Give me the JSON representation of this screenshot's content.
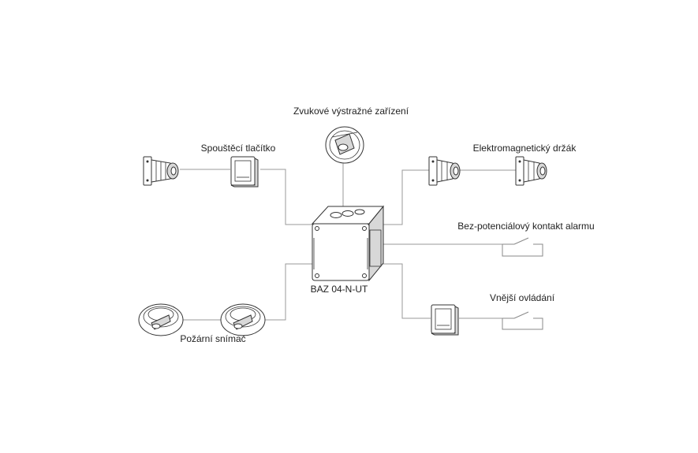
{
  "labels": {
    "siren": "Zvukové výstražné zařízení",
    "trigger_button": "Spouštěcí tlačítko",
    "magnetic_holder": "Elektromagnetický držák",
    "relay_contact": "Bez-potenciálový kontakt alarmu",
    "external_control": "Vnější ovládání",
    "central_unit": "BAZ 04-N-UT",
    "fire_detector": "Požární snímač"
  },
  "colors": {
    "wire": "#9a9a9a",
    "outline": "#333333",
    "text": "#222222"
  },
  "icons": {
    "siren": "siren-icon",
    "button": "push-button-icon",
    "magnet": "electromagnetic-holder-icon",
    "detector": "smoke-detector-icon",
    "unit": "control-unit-box-icon",
    "contact": "switch-contact-icon"
  }
}
